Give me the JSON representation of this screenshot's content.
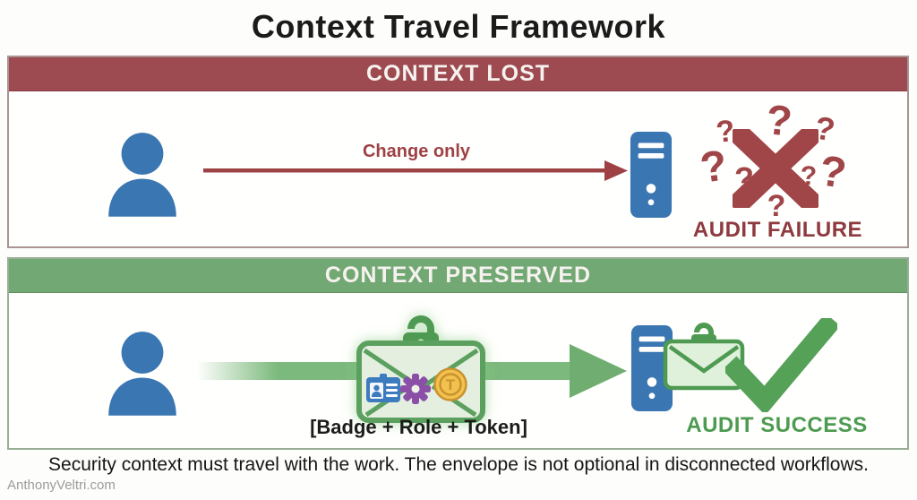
{
  "title": "Context Travel Framework",
  "lost_panel": {
    "header": "CONTEXT LOST",
    "arrow_label": "Change only",
    "result": "AUDIT FAILURE"
  },
  "preserved_panel": {
    "header": "CONTEXT PRESERVED",
    "payload_label": "[Badge + Role + Token]",
    "coin_letter": "T",
    "result": "AUDIT SUCCESS"
  },
  "footer": {
    "caption": "Security context must travel with the work. The envelope is not optional in disconnected workflows.",
    "watermark": "AnthonyVeltri.com"
  },
  "icons": {
    "qmark": "?",
    "names": [
      "person-icon",
      "server-tower-icon",
      "lock-icon",
      "envelope-icon",
      "badge-icon",
      "gear-icon",
      "token-coin-icon",
      "checkmark-icon",
      "x-mark-icon",
      "arrow-icon",
      "question-mark-icon"
    ]
  },
  "colors": {
    "red_header": "#9d4a50",
    "red_accent": "#9e4145",
    "red_dark_text": "#8e3a3f",
    "green_header": "#72a873",
    "green_accent": "#55a158",
    "green_text": "#4d9b50",
    "blue_icon": "#3a76b2",
    "envelope_fill": "#e4efe0",
    "coin_gold": "#f2c14e",
    "gear_purple": "#8b4fa8",
    "badge_blue": "#3d7bbf"
  }
}
